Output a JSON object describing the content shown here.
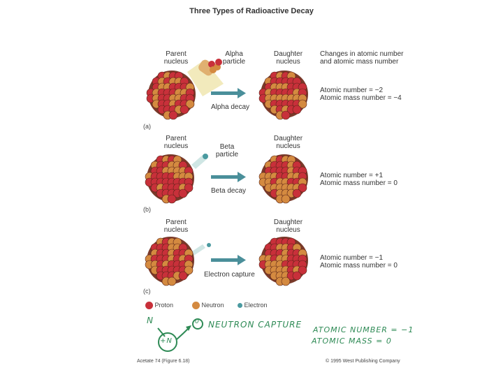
{
  "title": "Three Types of Radioactive Decay",
  "panel_a": {
    "parent": [
      "Parent",
      "nucleus"
    ],
    "particle": [
      "Alpha",
      "particle"
    ],
    "daughter": [
      "Daughter",
      "nucleus"
    ],
    "header": [
      "Changes in atomic number",
      "and atomic mass number"
    ],
    "change": [
      "Atomic number = −2",
      "Atomic mass number = −4"
    ],
    "process": "Alpha decay",
    "tag": "(a)"
  },
  "panel_b": {
    "parent": [
      "Parent",
      "nucleus"
    ],
    "particle": [
      "Beta",
      "particle"
    ],
    "daughter": [
      "Daughter",
      "nucleus"
    ],
    "change": [
      "Atomic number = +1",
      "Atomic mass number = 0"
    ],
    "process": "Beta decay",
    "tag": "(b)"
  },
  "panel_c": {
    "parent": [
      "Parent",
      "nucleus"
    ],
    "daughter": [
      "Daughter",
      "nucleus"
    ],
    "change": [
      "Atomic number = −1",
      "Atomic mass number = 0"
    ],
    "process": "Electron capture",
    "tag": "(c)"
  },
  "legend": {
    "proton": "Proton",
    "neutron": "Neutron",
    "electron": "Electron"
  },
  "handwritten": {
    "n_label": "N",
    "circle_label": "+N",
    "capture_symbol": "0",
    "capture_text": "NEUTRON CAPTURE",
    "atomic_number": "ATOMIC NUMBER = −1",
    "atomic_mass": "ATOMIC MASS = 0"
  },
  "footer": {
    "left": "Acetate 74 (Figure 6.18)",
    "right": "© 1995 West Publishing Company"
  },
  "colors": {
    "proton": "#c8303a",
    "neutron": "#d48a40",
    "electron": "#4a9aa0",
    "arrow": "#4a8f9a",
    "handwriting": "#2e8a55"
  }
}
